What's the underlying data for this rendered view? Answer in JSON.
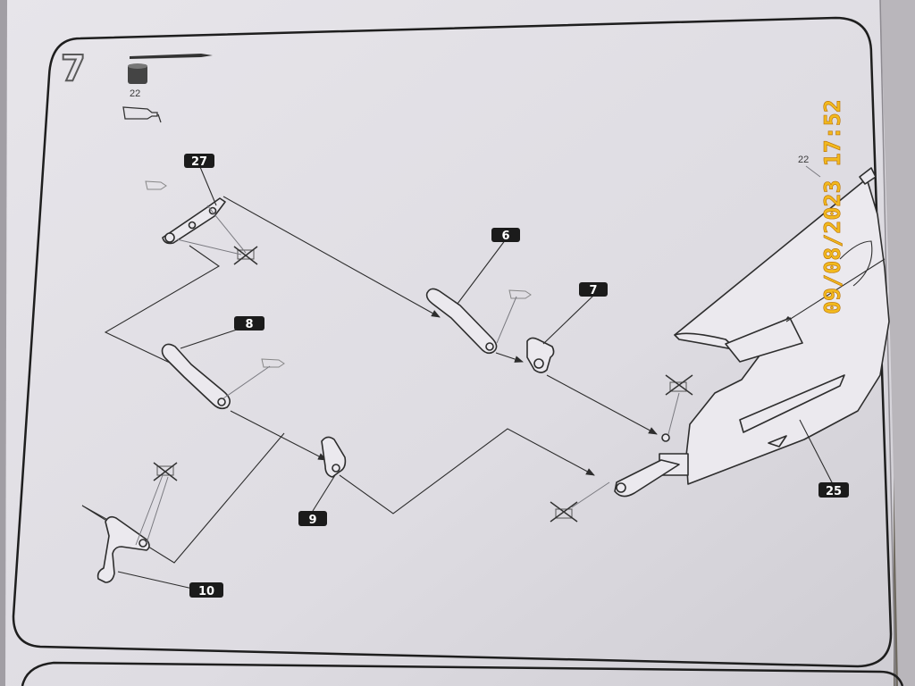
{
  "step": {
    "number": "7",
    "paint_code": "22"
  },
  "callouts": {
    "part_27": "27",
    "part_6": "6",
    "part_7": "7",
    "part_8": "8",
    "part_9": "9",
    "part_10": "10",
    "part_25": "25"
  },
  "fuselage_paint_code": "22",
  "photo_timestamp": "09/08/2023  17:52",
  "colors": {
    "paper": "#e4e2e6",
    "line": "#2d2d2d",
    "callout_fill": "#1b1b1b",
    "stamp": "#f2b91e"
  },
  "icons": [
    "paintbrush-icon",
    "paint-pot-icon",
    "glue-tube-icon",
    "no-glue-icon"
  ]
}
